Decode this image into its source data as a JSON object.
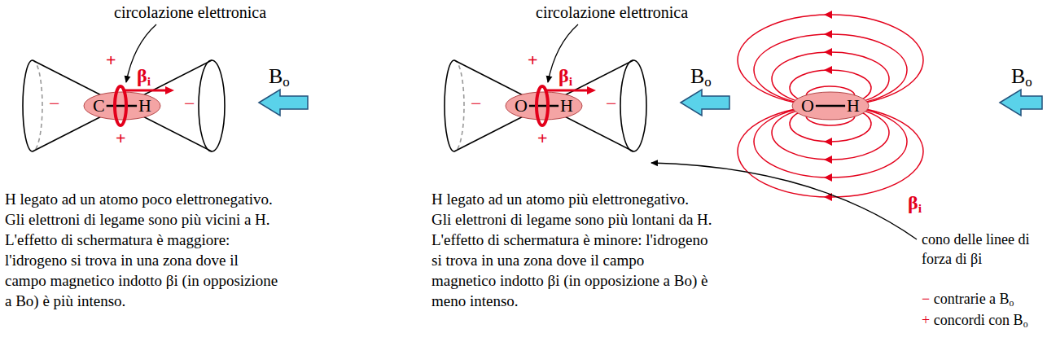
{
  "diagram": {
    "nodes": [
      {
        "text": [
          "C",
          "H"
        ]
      },
      {
        "text": [
          "O",
          "H"
        ]
      },
      {
        "text": [
          "O",
          "H"
        ]
      }
    ],
    "labels": [
      "circolazione elettronica",
      "+",
      "+",
      "−",
      "−",
      "βi",
      "Bo",
      "H legato ad un atomo poco elettronegativo.",
      "Gli elettroni di legame sono più vicini a H.",
      "L'effetto di schermatura è maggiore: l'idrogeno si trova in una zona dove il campo magnetico indotto βi (in opposizione a Bo) è più intenso.",
      "circolazione elettronica",
      "+",
      "+",
      "−",
      "−",
      "βi",
      "Bo",
      "H legato ad un atomo più elettronegativo.",
      "Gli elettroni di legame sono più lontani da H.",
      "L'effetto di schermatura è minore: l'idrogeno si trova in una zona dove il campo magnetico indotto βi (in opposizione a Bo) è meno intenso.",
      "βi",
      "Bo",
      "cono delle linee di forza di βi",
      "− contrarie a Bo",
      "+ concordi con Bo"
    ]
  }
}
